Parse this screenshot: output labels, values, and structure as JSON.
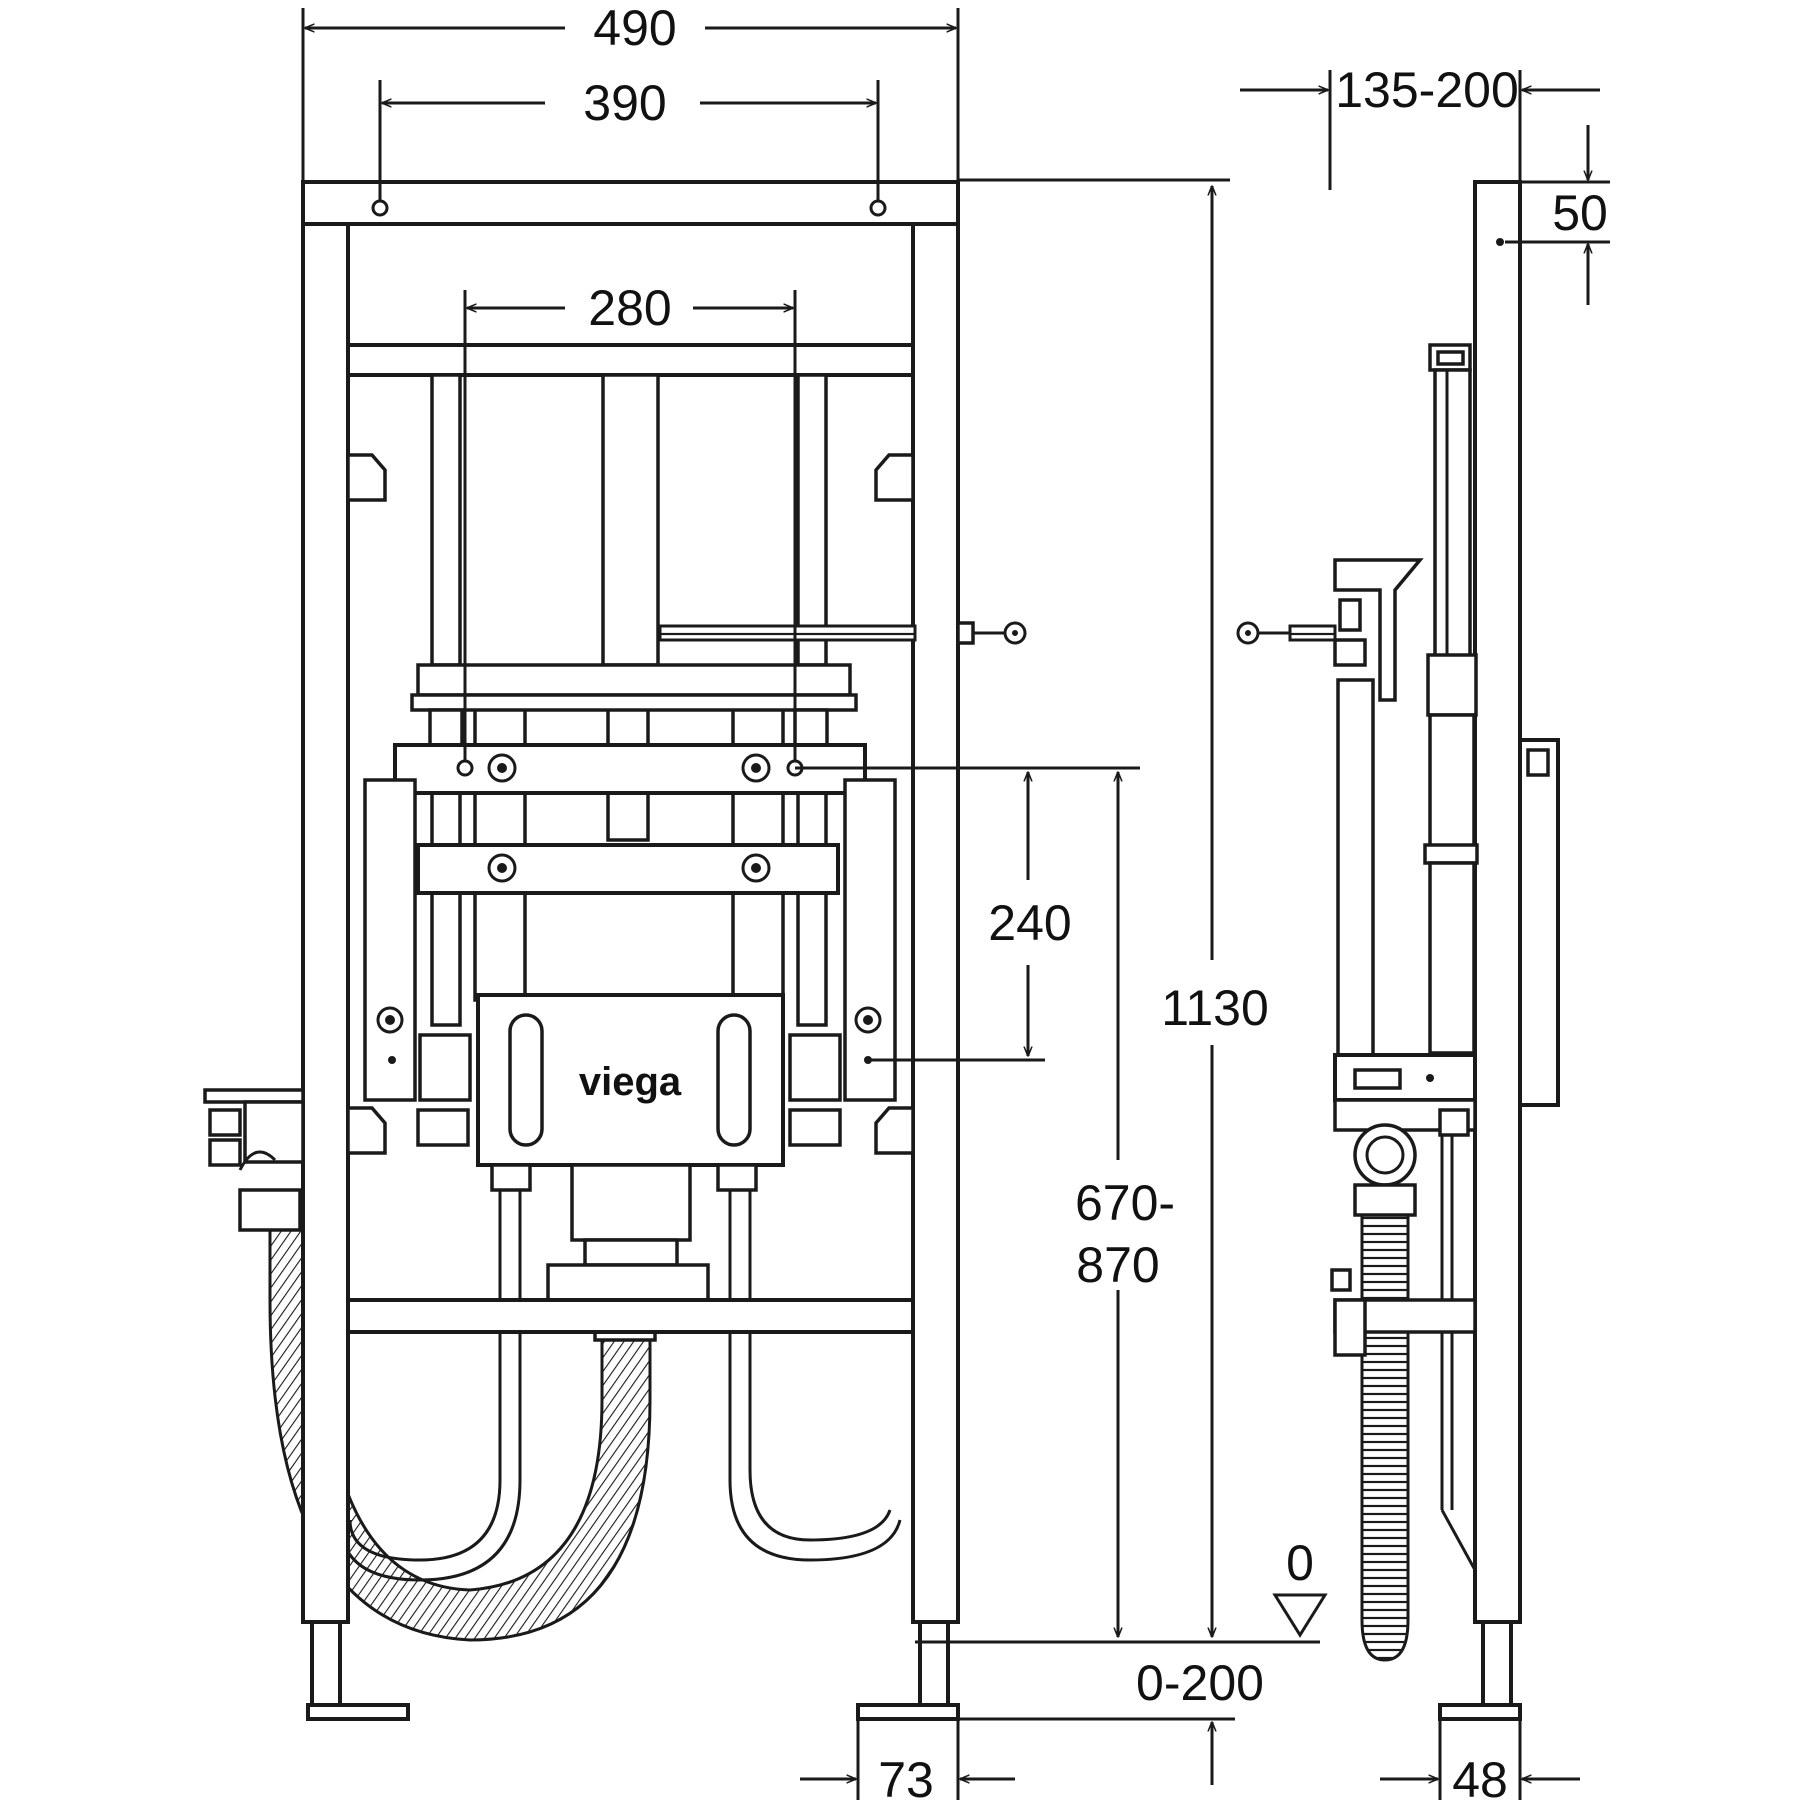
{
  "brand": "viega",
  "dimensions": {
    "frame_width": "490",
    "hole_spacing": "390",
    "fixing_spacing": "280",
    "outlet_spacing": "240",
    "total_height": "1130",
    "mount_height_top": "670-",
    "mount_height_bottom": "870",
    "foot_adjust": "0-200",
    "foot_width": "73",
    "wall_distance": "135-200",
    "top_hole": "50",
    "zero_level": "0",
    "side_foot_width": "48"
  },
  "colors": {
    "line": "#1a1a1a",
    "background": "#ffffff"
  }
}
